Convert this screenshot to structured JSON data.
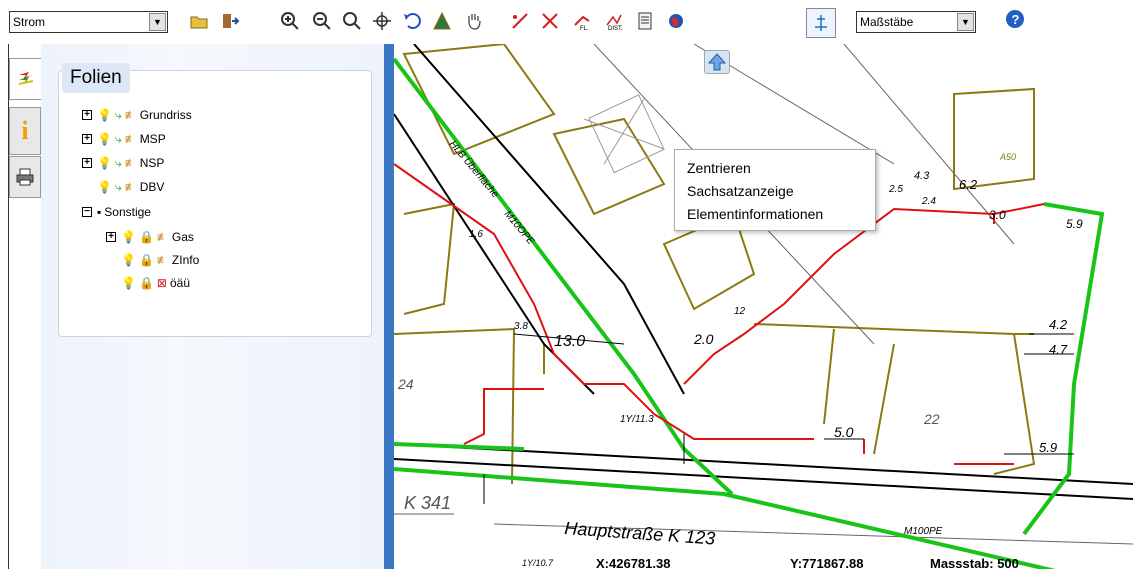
{
  "toolbar": {
    "layer_select": "Strom",
    "scale_select": "Maßstäbe"
  },
  "tabs": [
    {
      "name": "layers-tab",
      "active": true
    },
    {
      "name": "info-tab",
      "active": false
    },
    {
      "name": "print-tab",
      "active": false
    }
  ],
  "panel": {
    "title": "Folien",
    "tree": [
      {
        "label": "Grundriss",
        "expander": "+"
      },
      {
        "label": "MSP",
        "expander": "+"
      },
      {
        "label": "NSP",
        "expander": "+"
      },
      {
        "label": "DBV",
        "expander": ""
      },
      {
        "label": "Sonstige",
        "expander": "−"
      },
      {
        "label": "Gas",
        "expander": "+"
      },
      {
        "label": "ZInfo",
        "expander": ""
      },
      {
        "label": "öäü",
        "expander": ""
      }
    ]
  },
  "context_menu": {
    "items": [
      "Zentrieren",
      "Sachsatzanzeige",
      "Elementinformationen"
    ]
  },
  "status": {
    "x": "X:426781.38",
    "y": "Y:771867.88",
    "scale": "Massstab: 500"
  },
  "map_labels": {
    "street1": "Hauptstraße  K 123",
    "street2": "K 341",
    "cable1": "HLB Überfläche",
    "cable2": "M10OPE",
    "cable3": "M100PE",
    "cable4": "1Y/11.3",
    "cable5": "1Y/10.7",
    "area1": "A50",
    "area2": "22",
    "area3": "24",
    "dim": [
      "13.0",
      "5.0",
      "5.9",
      "4.7",
      "4.2",
      "6.2",
      "4.3",
      "3.0",
      "5.9",
      "2.0",
      "1.6",
      "3.8",
      "2.5",
      "2.4",
      "12"
    ]
  },
  "colors": {
    "green_line": "#19c419",
    "red_line": "#e01010",
    "olive": "#8a7a10",
    "accent_blue": "#3a78c4"
  }
}
